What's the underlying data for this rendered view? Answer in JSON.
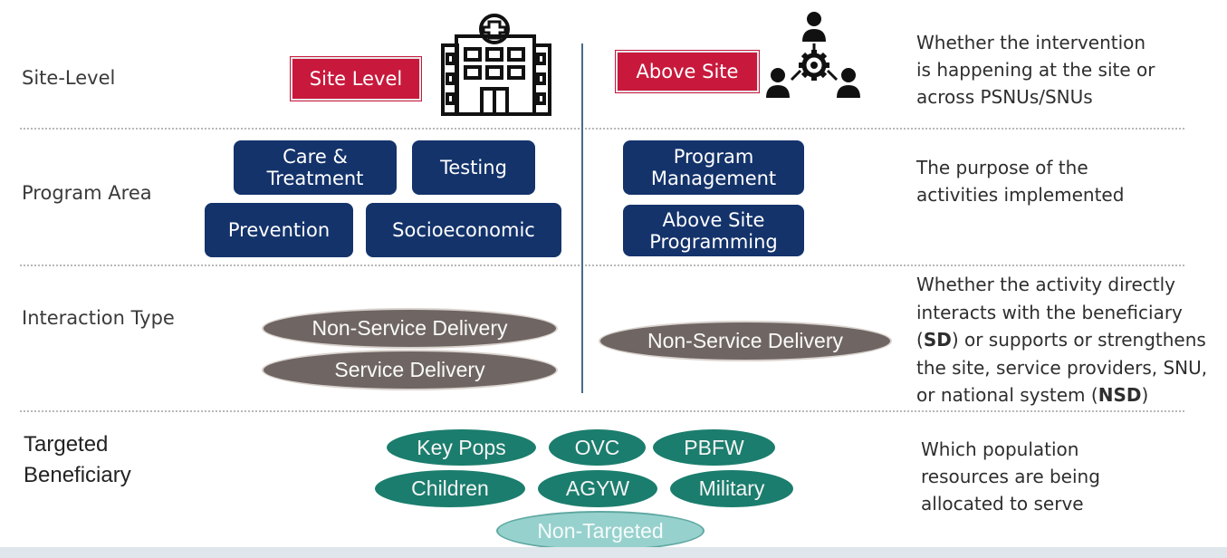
{
  "rows": {
    "site_level": "Site-Level",
    "program_area": "Program Area",
    "interaction_type": "Interaction Type",
    "targeted_line1": "Targeted",
    "targeted_line2": "Beneficiary"
  },
  "site": {
    "site_level_tag": "Site Level",
    "above_site_tag": "Above Site"
  },
  "program_areas": {
    "left": [
      "Care &\nTreatment",
      "Testing",
      "Prevention",
      "Socioeconomic"
    ],
    "right": [
      "Program\nManagement",
      "Above Site\nProgramming"
    ]
  },
  "interaction": {
    "left_top": "Non-Service Delivery",
    "left_bottom": "Service Delivery",
    "right": "Non-Service Delivery"
  },
  "beneficiaries": [
    "Key Pops",
    "OVC",
    "PBFW",
    "Children",
    "AGYW",
    "Military",
    "Non-Targeted"
  ],
  "descriptions": {
    "site_level": [
      "Whether the intervention",
      "is happening at the site or",
      "across PSNUs/SNUs"
    ],
    "program_area": [
      "The purpose of the",
      "activities implemented"
    ],
    "interaction": {
      "l1": "Whether the activity directly",
      "l2": "interacts with the beneficiary",
      "l3_open": "(",
      "l3_bold": "SD",
      "l3_rest": ") or supports or strengthens",
      "l4": "the site, service providers, SNU,",
      "l5_pre": "or national system (",
      "l5_bold": "NSD",
      "l5_post": ")"
    },
    "targeted": [
      "Which population",
      "resources are being",
      "allocated to serve"
    ]
  },
  "icons": {
    "hospital": "hospital-building-icon",
    "network": "people-gear-network-icon"
  }
}
